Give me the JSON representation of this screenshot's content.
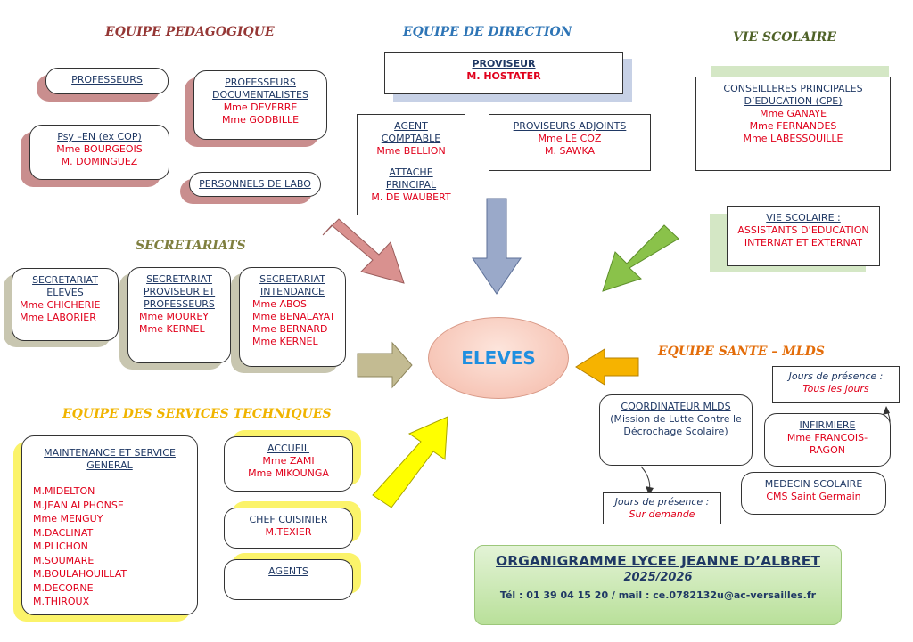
{
  "sections": {
    "pedagogique": "EQUIPE PEDAGOGIQUE",
    "direction": "EQUIPE DE DIRECTION",
    "vie_scolaire": "VIE SCOLAIRE",
    "secretariats": "SECRETARIATS",
    "services_techniques": "EQUIPE DES SERVICES TECHNIQUES",
    "sante": "EQUIPE SANTE – MLDS"
  },
  "center": "ELEVES",
  "pedagogique": {
    "professeurs": "PROFESSEURS",
    "documentalistes": {
      "title_1": "PROFESSEURS",
      "title_2": "DOCUMENTALISTES",
      "names": [
        "Mme DEVERRE",
        "Mme GODBILLE"
      ]
    },
    "psy": {
      "title": "Psy –EN (ex COP)",
      "names": [
        "Mme BOURGEOIS",
        "M. DOMINGUEZ"
      ]
    },
    "labo": "PERSONNELS DE LABO"
  },
  "direction": {
    "proviseur": {
      "title": "PROVISEUR",
      "name": "M. HOSTATER"
    },
    "agent": {
      "title_1": "AGENT",
      "title_2": "COMPTABLE",
      "name": "Mme BELLION",
      "title_3": "ATTACHE",
      "title_4": "PRINCIPAL",
      "name_2": "M. DE WAUBERT"
    },
    "adjoints": {
      "title": "PROVISEURS ADJOINTS",
      "names": [
        "Mme LE COZ",
        "M. SAWKA"
      ]
    }
  },
  "vie_scolaire": {
    "cpe": {
      "title_1": "CONSEILLERES PRINCIPALES",
      "title_2": "D’EDUCATION (CPE)",
      "names": [
        "Mme GANAYE",
        "Mme FERNANDES",
        "Mme LABESSOUILLE"
      ]
    },
    "assistants": {
      "title": "VIE SCOLAIRE :",
      "lines": [
        "ASSISTANTS D’EDUCATION",
        "INTERNAT ET EXTERNAT"
      ]
    }
  },
  "secretariats": {
    "eleves": {
      "title_1": "SECRETARIAT",
      "title_2": "ELEVES",
      "names": [
        "Mme CHICHERIE",
        "Mme LABORIER"
      ]
    },
    "proviseur": {
      "title_1": "SECRETARIAT",
      "title_2": "PROVISEUR ET",
      "title_3": "PROFESSEURS",
      "names": [
        "Mme MOUREY",
        "Mme KERNEL"
      ]
    },
    "intendance": {
      "title_1": "SECRETARIAT",
      "title_2": "INTENDANCE",
      "names": [
        "Mme ABOS",
        "Mme BENALAYAT",
        "Mme BERNARD",
        "Mme KERNEL"
      ]
    }
  },
  "techniques": {
    "maintenance": {
      "title_1": "MAINTENANCE ET SERVICE",
      "title_2": "GENERAL",
      "names": [
        "M.MIDELTON",
        "M.JEAN ALPHONSE",
        "Mme MENGUY",
        "M.DACLINAT",
        "M.PLICHON",
        "M.SOUMARE",
        "M.BOULAHOUILLAT",
        "M.DECORNE",
        "M.THIROUX"
      ]
    },
    "accueil": {
      "title": "ACCUEIL",
      "names": [
        "Mme ZAMI",
        "Mme MIKOUNGA"
      ]
    },
    "cuisinier": {
      "title": "CHEF CUISINIER",
      "name": "M.TEXIER"
    },
    "agents": "AGENTS"
  },
  "sante": {
    "jours_infirmiere": {
      "label": "Jours de présence :",
      "value": "Tous les jours"
    },
    "mlds": {
      "title": "COORDINATEUR MLDS",
      "lines": [
        "(Mission de Lutte Contre le",
        "Décrochage Scolaire)"
      ]
    },
    "infirmiere": {
      "title": "INFIRMIERE",
      "names": [
        "Mme FRANCOIS-",
        "RAGON"
      ]
    },
    "medecin": {
      "title": "MEDECIN SCOLAIRE",
      "name": "CMS Saint Germain"
    },
    "jours_mlds": {
      "label": "Jours de présence :",
      "value": "Sur demande"
    }
  },
  "footer": {
    "title": "ORGANIGRAMME LYCEE JEANNE D’ALBRET",
    "year": "2025/2026",
    "contact": "Tél : 01 39 04 15 20 / mail : ce.0782132u@ac-versailles.fr"
  },
  "colors": {
    "section_pedagogique": "#953735",
    "section_direction": "#2e75b6",
    "section_vie": "#4f6228",
    "section_secretariats": "#7f7f3f",
    "section_techniques": "#f0b400",
    "section_sante": "#e36c09",
    "names": "#e0001b",
    "titles": "#1f3864"
  }
}
